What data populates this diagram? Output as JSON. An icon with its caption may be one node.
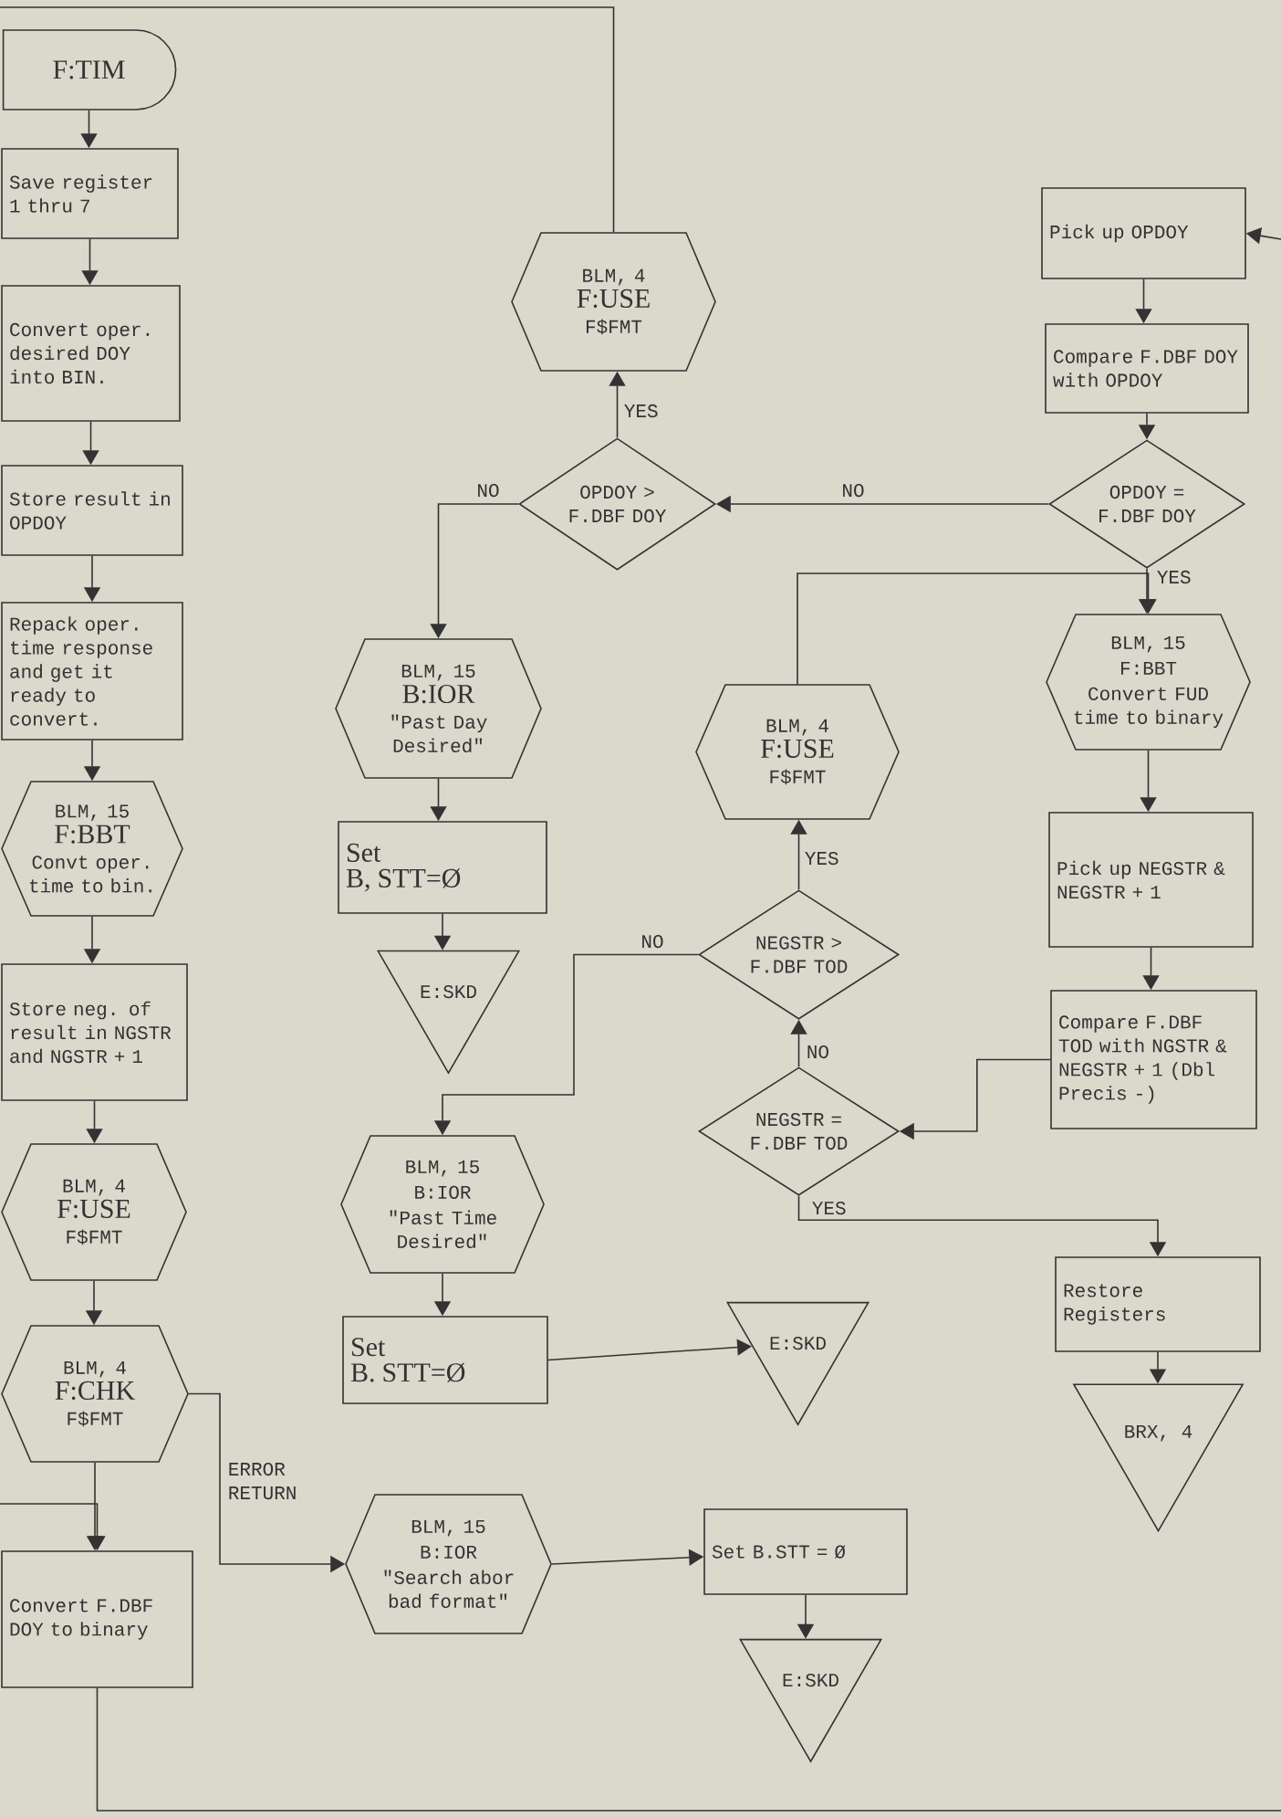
{
  "diagram": {
    "nodes": [
      {
        "text": [
          "F:TIM"
        ]
      },
      {
        "text": [
          "Save register 1 thru 7"
        ]
      },
      {
        "text": [
          "Convert oper. desired DOY into BIN."
        ]
      },
      {
        "text": [
          "Store result in OPDOY"
        ]
      },
      {
        "text": [
          "Repack oper. time response and get it ready to convert."
        ]
      },
      {
        "text": [
          "BLM, 15",
          "F:BBT",
          "Convt oper. time to bin."
        ]
      },
      {
        "text": [
          "Store neg. of result in NGSTR and NGSTR + 1"
        ]
      },
      {
        "text": [
          "BLM, 4",
          "F:USE",
          "F$FMT"
        ]
      },
      {
        "text": [
          "BLM, 4",
          "F:CHK",
          "F$FMT"
        ]
      },
      {
        "text": [
          "Convert F.DBF DOY to binary"
        ]
      },
      {
        "text": [
          "BLM, 4",
          "F:USE",
          "F$FMT"
        ]
      },
      {
        "text": [
          "OPDOY > F.DBF DOY"
        ]
      },
      {
        "text": [
          "BLM, 15",
          "B:IOR",
          "\"Past Day Desired\""
        ]
      },
      {
        "text": [
          "Set",
          "B, STT=Ø"
        ]
      },
      {
        "text": [
          "E:SKD"
        ]
      },
      {
        "text": [
          "BLM, 15",
          "B:IOR",
          "\"Past Time Desired\""
        ]
      },
      {
        "text": [
          "Set",
          "B. STT=Ø"
        ]
      },
      {
        "text": [
          "E:SKD"
        ]
      },
      {
        "text": [
          "BLM, 15",
          "B:IOR",
          "\"Search abor bad format\""
        ]
      },
      {
        "text": [
          "Set B.STT = Ø"
        ]
      },
      {
        "text": [
          "E:SKD"
        ]
      },
      {
        "text": [
          "BLM, 4",
          "F:USE",
          "F$FMT"
        ]
      },
      {
        "text": [
          "NEGSTR > F.DBF TOD"
        ]
      },
      {
        "text": [
          "NEGSTR = F.DBF TOD"
        ]
      },
      {
        "text": [
          "Pick up OPDOY"
        ]
      },
      {
        "text": [
          "Compare F.DBF DOY with OPDOY"
        ]
      },
      {
        "text": [
          "OPDOY = F.DBF DOY"
        ]
      },
      {
        "text": [
          "BLM, 15",
          "F:BBT",
          "Convert FUD time to binary"
        ]
      },
      {
        "text": [
          "Pick up NEGSTR & NEGSTR + 1"
        ]
      },
      {
        "text": [
          "Compare F.DBF TOD with NGSTR & NEGSTR + 1 (Dbl Precis -)"
        ]
      },
      {
        "text": [
          "Restore Registers"
        ]
      },
      {
        "text": [
          "BRX, 4"
        ]
      }
    ],
    "edges": [
      {
        "from": 0,
        "to": 1,
        "arrow": "to"
      },
      {
        "from": 1,
        "to": 2,
        "arrow": "to"
      },
      {
        "from": 2,
        "to": 3,
        "arrow": "to"
      },
      {
        "from": 3,
        "to": 4,
        "arrow": "to"
      },
      {
        "from": 4,
        "to": 5,
        "arrow": "to"
      },
      {
        "from": 5,
        "to": 6,
        "arrow": "to"
      },
      {
        "from": 6,
        "to": 7,
        "arrow": "to"
      },
      {
        "from": 7,
        "to": 8,
        "arrow": "to"
      },
      {
        "from": 8,
        "to": 9,
        "arrow": "to"
      },
      {
        "from": 8,
        "to": 18,
        "arrow": "to",
        "label": "ERROR RETURN"
      },
      {
        "from": null,
        "to": 9,
        "arrow": "to"
      },
      {
        "from": 9,
        "to": null,
        "arrow": "none"
      },
      {
        "from": 10,
        "to": null,
        "arrow": "none"
      },
      {
        "from": 11,
        "to": 10,
        "arrow": "to",
        "label": "YES"
      },
      {
        "from": 11,
        "to": 12,
        "arrow": "to",
        "label": "NO"
      },
      {
        "from": 12,
        "to": 13,
        "arrow": "to"
      },
      {
        "from": 13,
        "to": 14,
        "arrow": "to"
      },
      {
        "from": 26,
        "to": 11,
        "arrow": "to",
        "label": "NO"
      },
      {
        "from": 26,
        "to": 27,
        "arrow": "to",
        "label": "YES"
      },
      {
        "from": 21,
        "to": 27,
        "arrow": "to"
      },
      {
        "from": 22,
        "to": 21,
        "arrow": "to",
        "label": "YES"
      },
      {
        "from": 22,
        "to": 15,
        "arrow": "to",
        "label": "NO"
      },
      {
        "from": 23,
        "to": 22,
        "arrow": "to",
        "label": "NO"
      },
      {
        "from": 29,
        "to": 23,
        "arrow": "to"
      },
      {
        "from": 23,
        "to": 30,
        "arrow": "to",
        "label": "YES"
      },
      {
        "from": 27,
        "to": 28,
        "arrow": "to"
      },
      {
        "from": 28,
        "to": 29,
        "arrow": "to"
      },
      {
        "from": 30,
        "to": 31,
        "arrow": "to"
      },
      {
        "from": 15,
        "to": 16,
        "arrow": "to"
      },
      {
        "from": 16,
        "to": 17,
        "arrow": "to"
      },
      {
        "from": 18,
        "to": 19,
        "arrow": "to"
      },
      {
        "from": 19,
        "to": 20,
        "arrow": "to"
      },
      {
        "from": 24,
        "to": 25,
        "arrow": "to"
      },
      {
        "from": 25,
        "to": 26,
        "arrow": "to"
      },
      {
        "from": null,
        "to": 24,
        "arrow": "to"
      }
    ]
  }
}
